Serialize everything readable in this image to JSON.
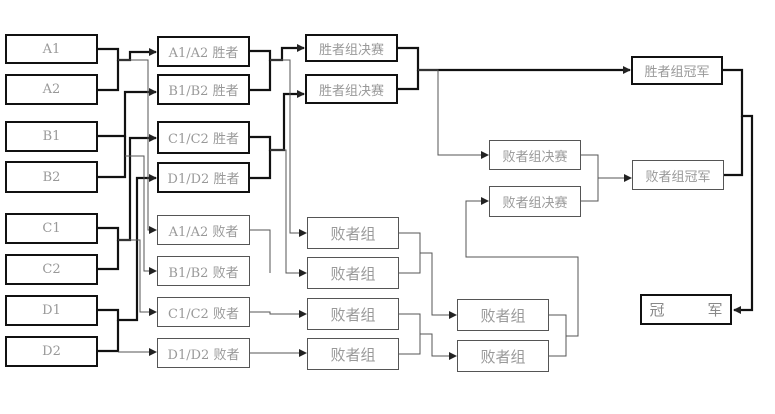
{
  "seeds": [
    "A1",
    "A2",
    "B1",
    "B2",
    "C1",
    "C2",
    "D1",
    "D2"
  ],
  "winners_r1": [
    "A1/A2 胜者",
    "B1/B2 胜者",
    "C1/C2 胜者",
    "D1/D2 胜者"
  ],
  "losers_r1": [
    "A1/A2 败者",
    "B1/B2 败者",
    "C1/C2 败者",
    "D1/D2 败者"
  ],
  "winners_final": [
    "胜者组决赛",
    "胜者组决赛"
  ],
  "losers_group": [
    "败者组",
    "败者组",
    "败者组",
    "败者组"
  ],
  "losers_group2": [
    "败者组",
    "败者组"
  ],
  "losers_final": [
    "败者组决赛",
    "败者组决赛"
  ],
  "winners_champion": "胜者组冠军",
  "losers_champion": "败者组冠军",
  "champion": "冠　军"
}
